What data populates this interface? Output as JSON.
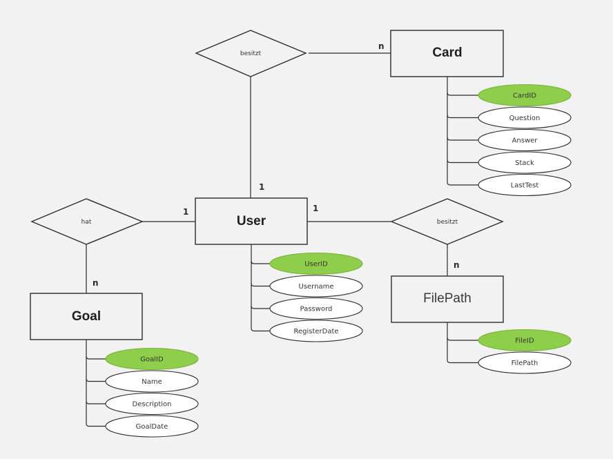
{
  "entities": {
    "card": {
      "name": "Card",
      "attributes": [
        {
          "label": "CardID",
          "key": true
        },
        {
          "label": "Question",
          "key": false
        },
        {
          "label": "Answer",
          "key": false
        },
        {
          "label": "Stack",
          "key": false
        },
        {
          "label": "LastTest",
          "key": false
        }
      ]
    },
    "user": {
      "name": "User",
      "attributes": [
        {
          "label": "UserID",
          "key": true
        },
        {
          "label": "Username",
          "key": false
        },
        {
          "label": "Password",
          "key": false
        },
        {
          "label": "RegisterDate",
          "key": false
        }
      ]
    },
    "goal": {
      "name": "Goal",
      "attributes": [
        {
          "label": "GoalID",
          "key": true
        },
        {
          "label": "Name",
          "key": false
        },
        {
          "label": "Description",
          "key": false
        },
        {
          "label": "GoalDate",
          "key": false
        }
      ]
    },
    "filepath": {
      "name": "FilePath",
      "attributes": [
        {
          "label": "FileID",
          "key": true
        },
        {
          "label": "FilePath",
          "key": false
        }
      ]
    }
  },
  "relationships": {
    "user_card": {
      "name": "besitzt",
      "card_user": "1",
      "card_other": "n"
    },
    "user_goal": {
      "name": "hat",
      "card_user": "1",
      "card_other": "n"
    },
    "user_file": {
      "name": "besitzt",
      "card_user": "1",
      "card_other": "n"
    }
  },
  "colors": {
    "key_attribute": "#8fce4a",
    "background": "#f2f2f2",
    "stroke": "#2b2b2b"
  }
}
